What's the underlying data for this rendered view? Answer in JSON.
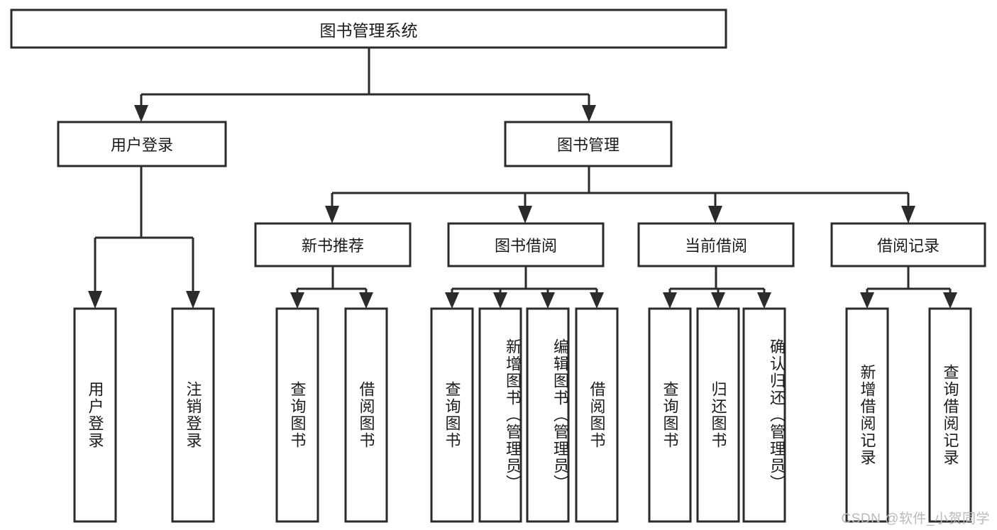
{
  "diagram": {
    "type": "tree-hierarchy-chart",
    "title_node": {
      "label": "图书管理系统"
    },
    "level2": [
      {
        "label": "用户登录"
      },
      {
        "label": "图书管理"
      }
    ],
    "level3": [
      {
        "label": "新书推荐"
      },
      {
        "label": "图书借阅"
      },
      {
        "label": "当前借阅"
      },
      {
        "label": "借阅记录"
      }
    ],
    "leaves": {
      "user_login": [
        {
          "label": "用户登录"
        },
        {
          "label": "注销登录"
        }
      ],
      "new_book_recommend": [
        {
          "label": "查询图书"
        },
        {
          "label": "借阅图书"
        }
      ],
      "book_borrow": [
        {
          "label": "查询图书"
        },
        {
          "label": "新增图书（管理员）"
        },
        {
          "label": "编辑图书（管理员）"
        },
        {
          "label": "借阅图书"
        }
      ],
      "current_borrow": [
        {
          "label": "查询图书"
        },
        {
          "label": "归还图书"
        },
        {
          "label": "确认归还（管理员）"
        }
      ],
      "borrow_record": [
        {
          "label": "新增借阅记录"
        },
        {
          "label": "查询借阅记录"
        }
      ]
    },
    "watermark": {
      "text": "CSDN @软件_小贺同学"
    },
    "colors": {
      "box_stroke": "#2b2b2b",
      "box_fill": "#ffffff",
      "text": "#1b1b1b",
      "watermark": "#b9b9b9",
      "background": "#ffffff"
    }
  }
}
